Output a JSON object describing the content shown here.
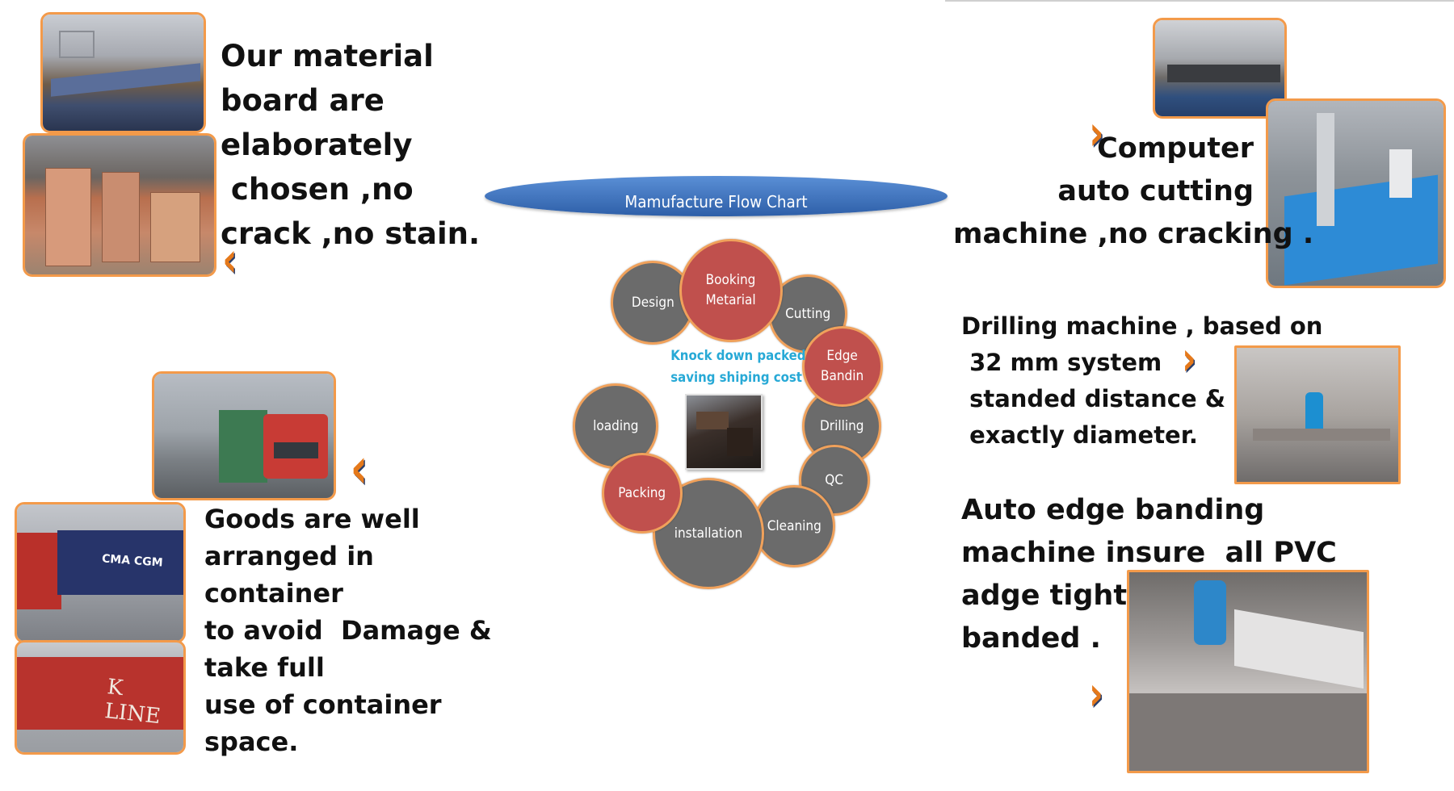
{
  "chart": {
    "title": "Mamufacture  Flow Chart",
    "center_text": "Knock down packed\nsaving shiping cost",
    "nodes": [
      {
        "label": "Design",
        "color": "gray"
      },
      {
        "label": "Booking\nMetarial",
        "color": "red"
      },
      {
        "label": "Cutting",
        "color": "gray"
      },
      {
        "label": "Edge\nBandin",
        "color": "red"
      },
      {
        "label": "Drilling",
        "color": "gray"
      },
      {
        "label": "QC",
        "color": "gray"
      },
      {
        "label": "Cleaning",
        "color": "gray"
      },
      {
        "label": "installation",
        "color": "gray"
      },
      {
        "label": "Packing",
        "color": "red"
      },
      {
        "label": "loading",
        "color": "gray"
      }
    ]
  },
  "captions": {
    "material": [
      "Our material",
      "board are",
      "elaborately",
      " chosen ,no",
      "crack ,no stain."
    ],
    "container": [
      "Goods are well",
      "arranged in",
      "container",
      "to avoid  Damage &",
      "take full",
      "use of container",
      "space."
    ],
    "cutting": [
      "Computer",
      "auto cutting",
      "machine ,no cracking ."
    ],
    "drilling": [
      "Drilling machine , based on",
      " 32 mm system",
      " standed distance &",
      " exactly diameter."
    ],
    "edge": [
      "Auto edge banding",
      "machine insure  all PVC",
      "adge tightly",
      "banded ."
    ]
  },
  "photo_text": {
    "cma": "CMA CGM",
    "kline": "K LINE"
  },
  "colors": {
    "accent_orange": "#f39a4a",
    "chevron": "#e5791b",
    "node_gray": "#6b6b6b",
    "node_red": "#c0504d",
    "banner_blue": "#3a6fba",
    "center_text": "#27a9d6"
  },
  "icons": {
    "chevron_left": "‹",
    "chevron_right": "›"
  }
}
